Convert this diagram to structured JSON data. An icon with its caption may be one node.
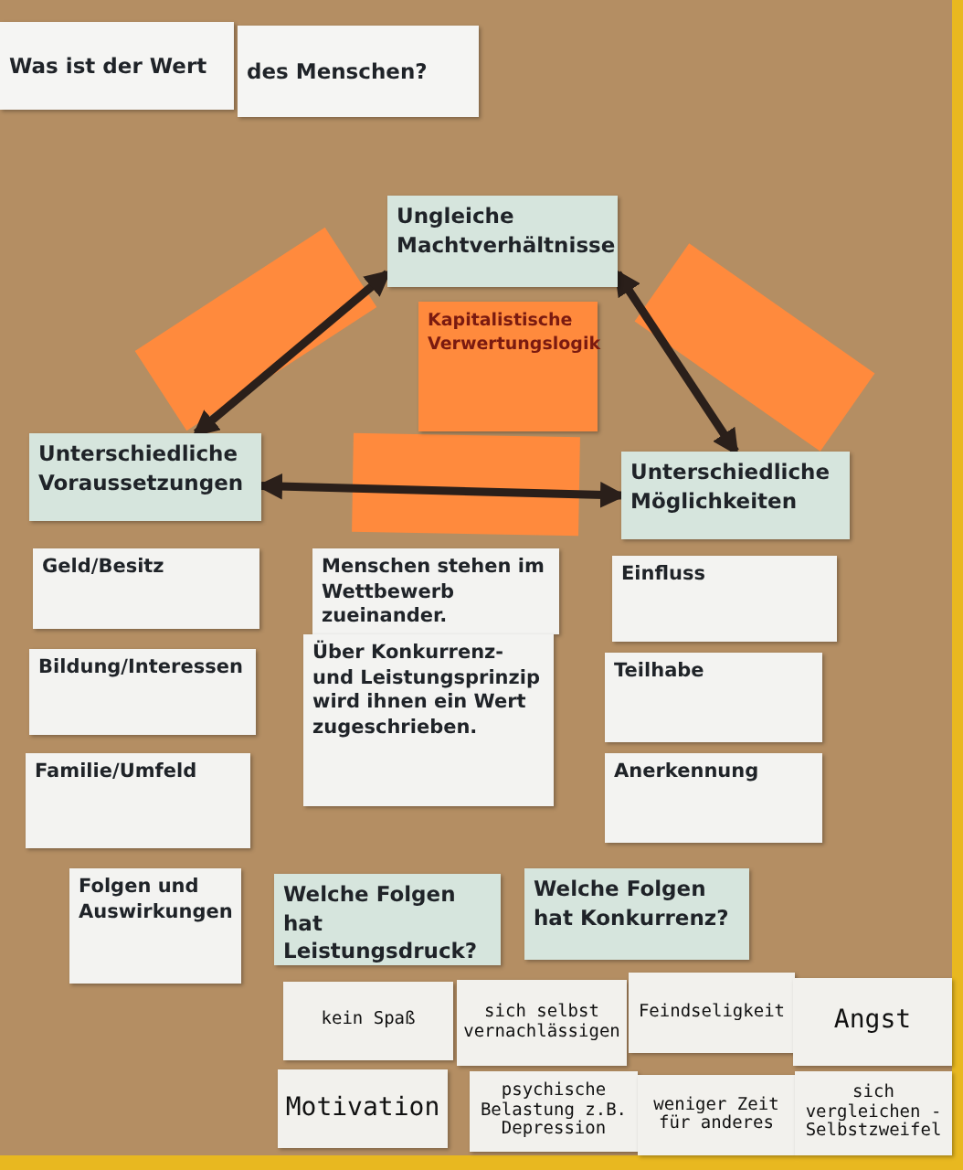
{
  "diagram": {
    "nodes": [
      {
        "text": [
          "Ungleiche Machtverhältnisse"
        ]
      },
      {
        "text": [
          "Kapitalistische Verwertungslogik"
        ]
      },
      {
        "text": [
          "Unterschiedliche Voraussetzungen"
        ]
      },
      {
        "text": [
          "Unterschiedliche Möglichkeiten"
        ]
      },
      {
        "text": [
          "Geld/Besitz"
        ]
      },
      {
        "text": [
          "Menschen stehen im Wettbewerb zueinander."
        ]
      },
      {
        "text": [
          "Einfluss"
        ]
      },
      {
        "text": [
          "Bildung/Interessen"
        ]
      },
      {
        "text": [
          "Über Konkurrenz- und Leistungsprinzip wird ihnen ein Wert zugeschrieben."
        ]
      },
      {
        "text": [
          "Teilhabe"
        ]
      },
      {
        "text": [
          "Familie/Umfeld"
        ]
      },
      {
        "text": [
          "Anerkennung"
        ]
      },
      {
        "text": [
          "Folgen und Auswirkungen"
        ]
      },
      {
        "text": [
          "Welche Folgen hat Leistungsdruck?"
        ]
      },
      {
        "text": [
          "Welche Folgen hat Konkurrenz?"
        ]
      },
      {
        "text": [
          "kein Spaß"
        ]
      },
      {
        "text": [
          "sich selbst vernachlässigen"
        ]
      },
      {
        "text": [
          "Feindseligkeit"
        ]
      },
      {
        "text": [
          "Angst"
        ]
      },
      {
        "text": [
          "Motivation"
        ]
      },
      {
        "text": [
          "psychische Belastung z.B. Depression"
        ]
      },
      {
        "text": [
          "weniger Zeit für anderes"
        ]
      },
      {
        "text": [
          "sich vergleichen - Selbstzweifel"
        ]
      }
    ],
    "edges": [
      {
        "from": 0,
        "to": 2,
        "arrow": "both"
      },
      {
        "from": 0,
        "to": 3,
        "arrow": "both"
      },
      {
        "from": 2,
        "to": 3,
        "arrow": "both"
      }
    ],
    "labels": [
      "Was ist der Wert",
      "des Menschen?"
    ]
  }
}
